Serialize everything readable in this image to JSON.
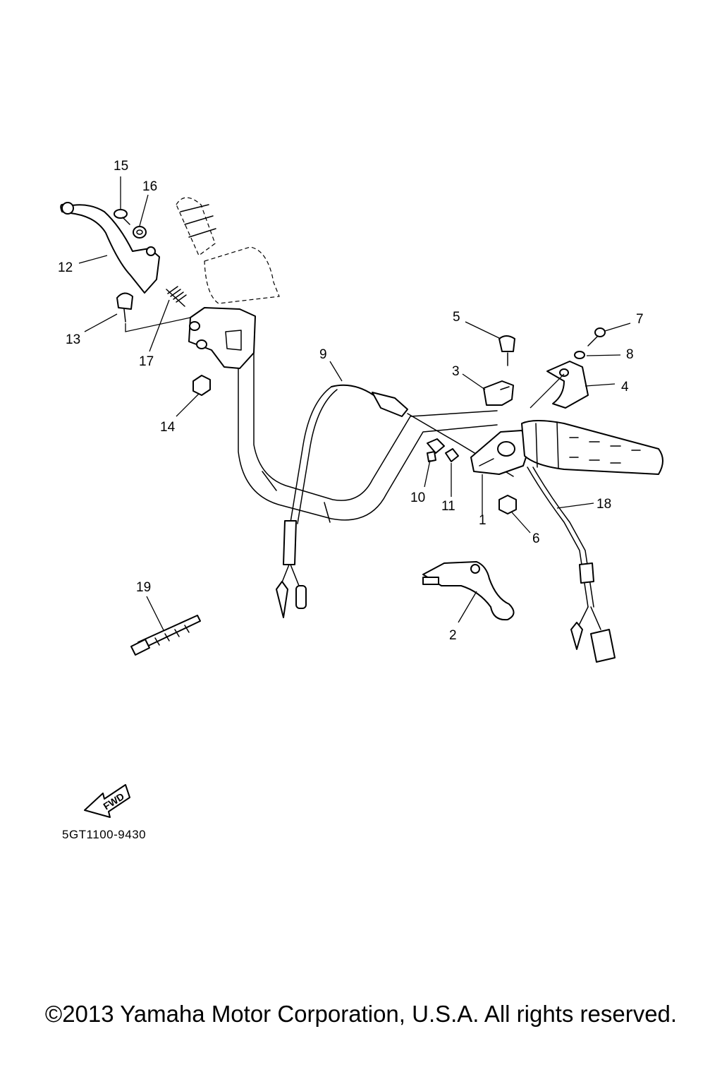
{
  "callouts": {
    "c1": "1",
    "c2": "2",
    "c3": "3",
    "c4": "4",
    "c5": "5",
    "c6": "6",
    "c7": "7",
    "c8": "8",
    "c9": "9",
    "c10": "10",
    "c11": "11",
    "c12": "12",
    "c13": "13",
    "c14": "14",
    "c15": "15",
    "c16": "16",
    "c17": "17",
    "c18": "18",
    "c19": "19"
  },
  "fwd_arrow_label": "FWD",
  "diagram_code": "5GT1100-9430",
  "copyright": "©2013 Yamaha Motor Corporation, U.S.A. All rights reserved."
}
